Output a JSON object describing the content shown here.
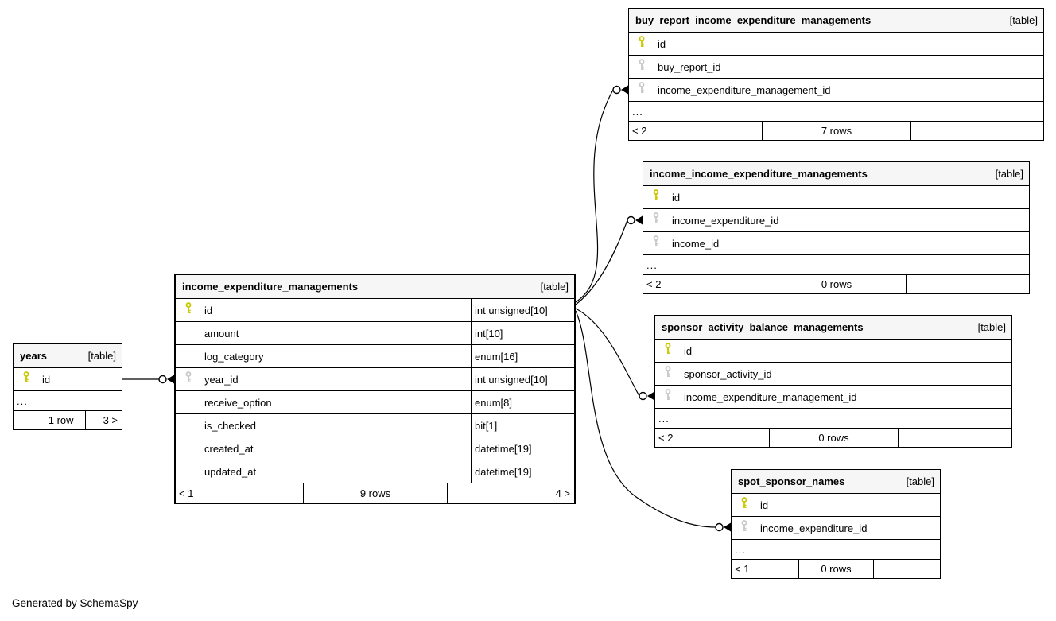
{
  "app": {
    "footer_note": "Generated by SchemaSpy"
  },
  "colors": {
    "primary_key_icon": "#c9c900",
    "foreign_key_icon": "#c9c9c9",
    "header_background": "#f6f6f6",
    "table_border": "#000000"
  },
  "diagram": {
    "tables": [
      {
        "name": "years",
        "tag": "[table]",
        "truncated": true,
        "columns": [
          {
            "name": "id",
            "key": "pk",
            "type": null
          }
        ],
        "footer": {
          "left": "",
          "center": "1 row",
          "right": "3 >"
        }
      },
      {
        "name": "income_expenditure_managements",
        "tag": "[table]",
        "truncated": false,
        "columns": [
          {
            "name": "id",
            "key": "pk",
            "type": "int unsigned[10]"
          },
          {
            "name": "amount",
            "key": null,
            "type": "int[10]"
          },
          {
            "name": "log_category",
            "key": null,
            "type": "enum[16]"
          },
          {
            "name": "year_id",
            "key": "fk",
            "type": "int unsigned[10]"
          },
          {
            "name": "receive_option",
            "key": null,
            "type": "enum[8]"
          },
          {
            "name": "is_checked",
            "key": null,
            "type": "bit[1]"
          },
          {
            "name": "created_at",
            "key": null,
            "type": "datetime[19]"
          },
          {
            "name": "updated_at",
            "key": null,
            "type": "datetime[19]"
          }
        ],
        "footer": {
          "left": "< 1",
          "center": "9 rows",
          "right": "4 >"
        }
      },
      {
        "name": "buy_report_income_expenditure_managements",
        "tag": "[table]",
        "truncated": true,
        "columns": [
          {
            "name": "id",
            "key": "pk",
            "type": null
          },
          {
            "name": "buy_report_id",
            "key": "fk",
            "type": null
          },
          {
            "name": "income_expenditure_management_id",
            "key": "fk",
            "type": null
          }
        ],
        "footer": {
          "left": "< 2",
          "center": "7 rows",
          "right": ""
        }
      },
      {
        "name": "income_income_expenditure_managements",
        "tag": "[table]",
        "truncated": true,
        "columns": [
          {
            "name": "id",
            "key": "pk",
            "type": null
          },
          {
            "name": "income_expenditure_id",
            "key": "fk",
            "type": null
          },
          {
            "name": "income_id",
            "key": "fk",
            "type": null
          }
        ],
        "footer": {
          "left": "< 2",
          "center": "0 rows",
          "right": ""
        }
      },
      {
        "name": "sponsor_activity_balance_managements",
        "tag": "[table]",
        "truncated": true,
        "columns": [
          {
            "name": "id",
            "key": "pk",
            "type": null
          },
          {
            "name": "sponsor_activity_id",
            "key": "fk",
            "type": null
          },
          {
            "name": "income_expenditure_management_id",
            "key": "fk",
            "type": null
          }
        ],
        "footer": {
          "left": "< 2",
          "center": "0 rows",
          "right": ""
        }
      },
      {
        "name": "spot_sponsor_names",
        "tag": "[table]",
        "truncated": true,
        "columns": [
          {
            "name": "id",
            "key": "pk",
            "type": null
          },
          {
            "name": "income_expenditure_id",
            "key": "fk",
            "type": null
          }
        ],
        "footer": {
          "left": "< 1",
          "center": "0 rows",
          "right": ""
        }
      }
    ],
    "relationships": [
      {
        "from_table": "years",
        "from_column": "id",
        "to_table": "income_expenditure_managements",
        "to_column": "year_id"
      },
      {
        "from_table": "income_expenditure_managements",
        "from_column": "id",
        "to_table": "buy_report_income_expenditure_managements",
        "to_column": "income_expenditure_management_id"
      },
      {
        "from_table": "income_expenditure_managements",
        "from_column": "id",
        "to_table": "income_income_expenditure_managements",
        "to_column": "income_expenditure_id"
      },
      {
        "from_table": "income_expenditure_managements",
        "from_column": "id",
        "to_table": "sponsor_activity_balance_managements",
        "to_column": "income_expenditure_management_id"
      },
      {
        "from_table": "income_expenditure_managements",
        "from_column": "id",
        "to_table": "spot_sponsor_names",
        "to_column": "income_expenditure_id"
      }
    ]
  }
}
